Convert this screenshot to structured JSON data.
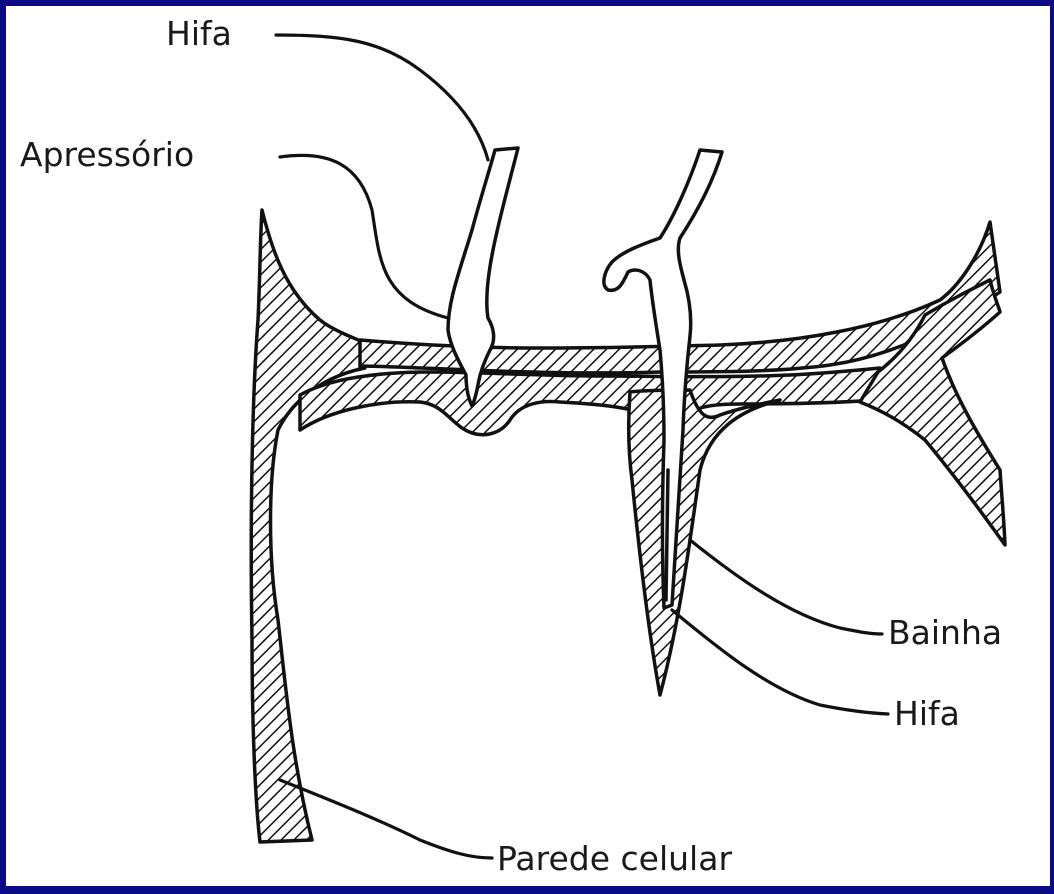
{
  "diagram": {
    "labels": {
      "hifa_top": "Hifa",
      "apressorio": "Apressório",
      "bainha": "Bainha",
      "hifa_bottom": "Hifa",
      "parede_celular": "Parede celular"
    }
  },
  "colors": {
    "frame": "#0b0b86",
    "background": "#ffffff",
    "ink": "#111111"
  }
}
